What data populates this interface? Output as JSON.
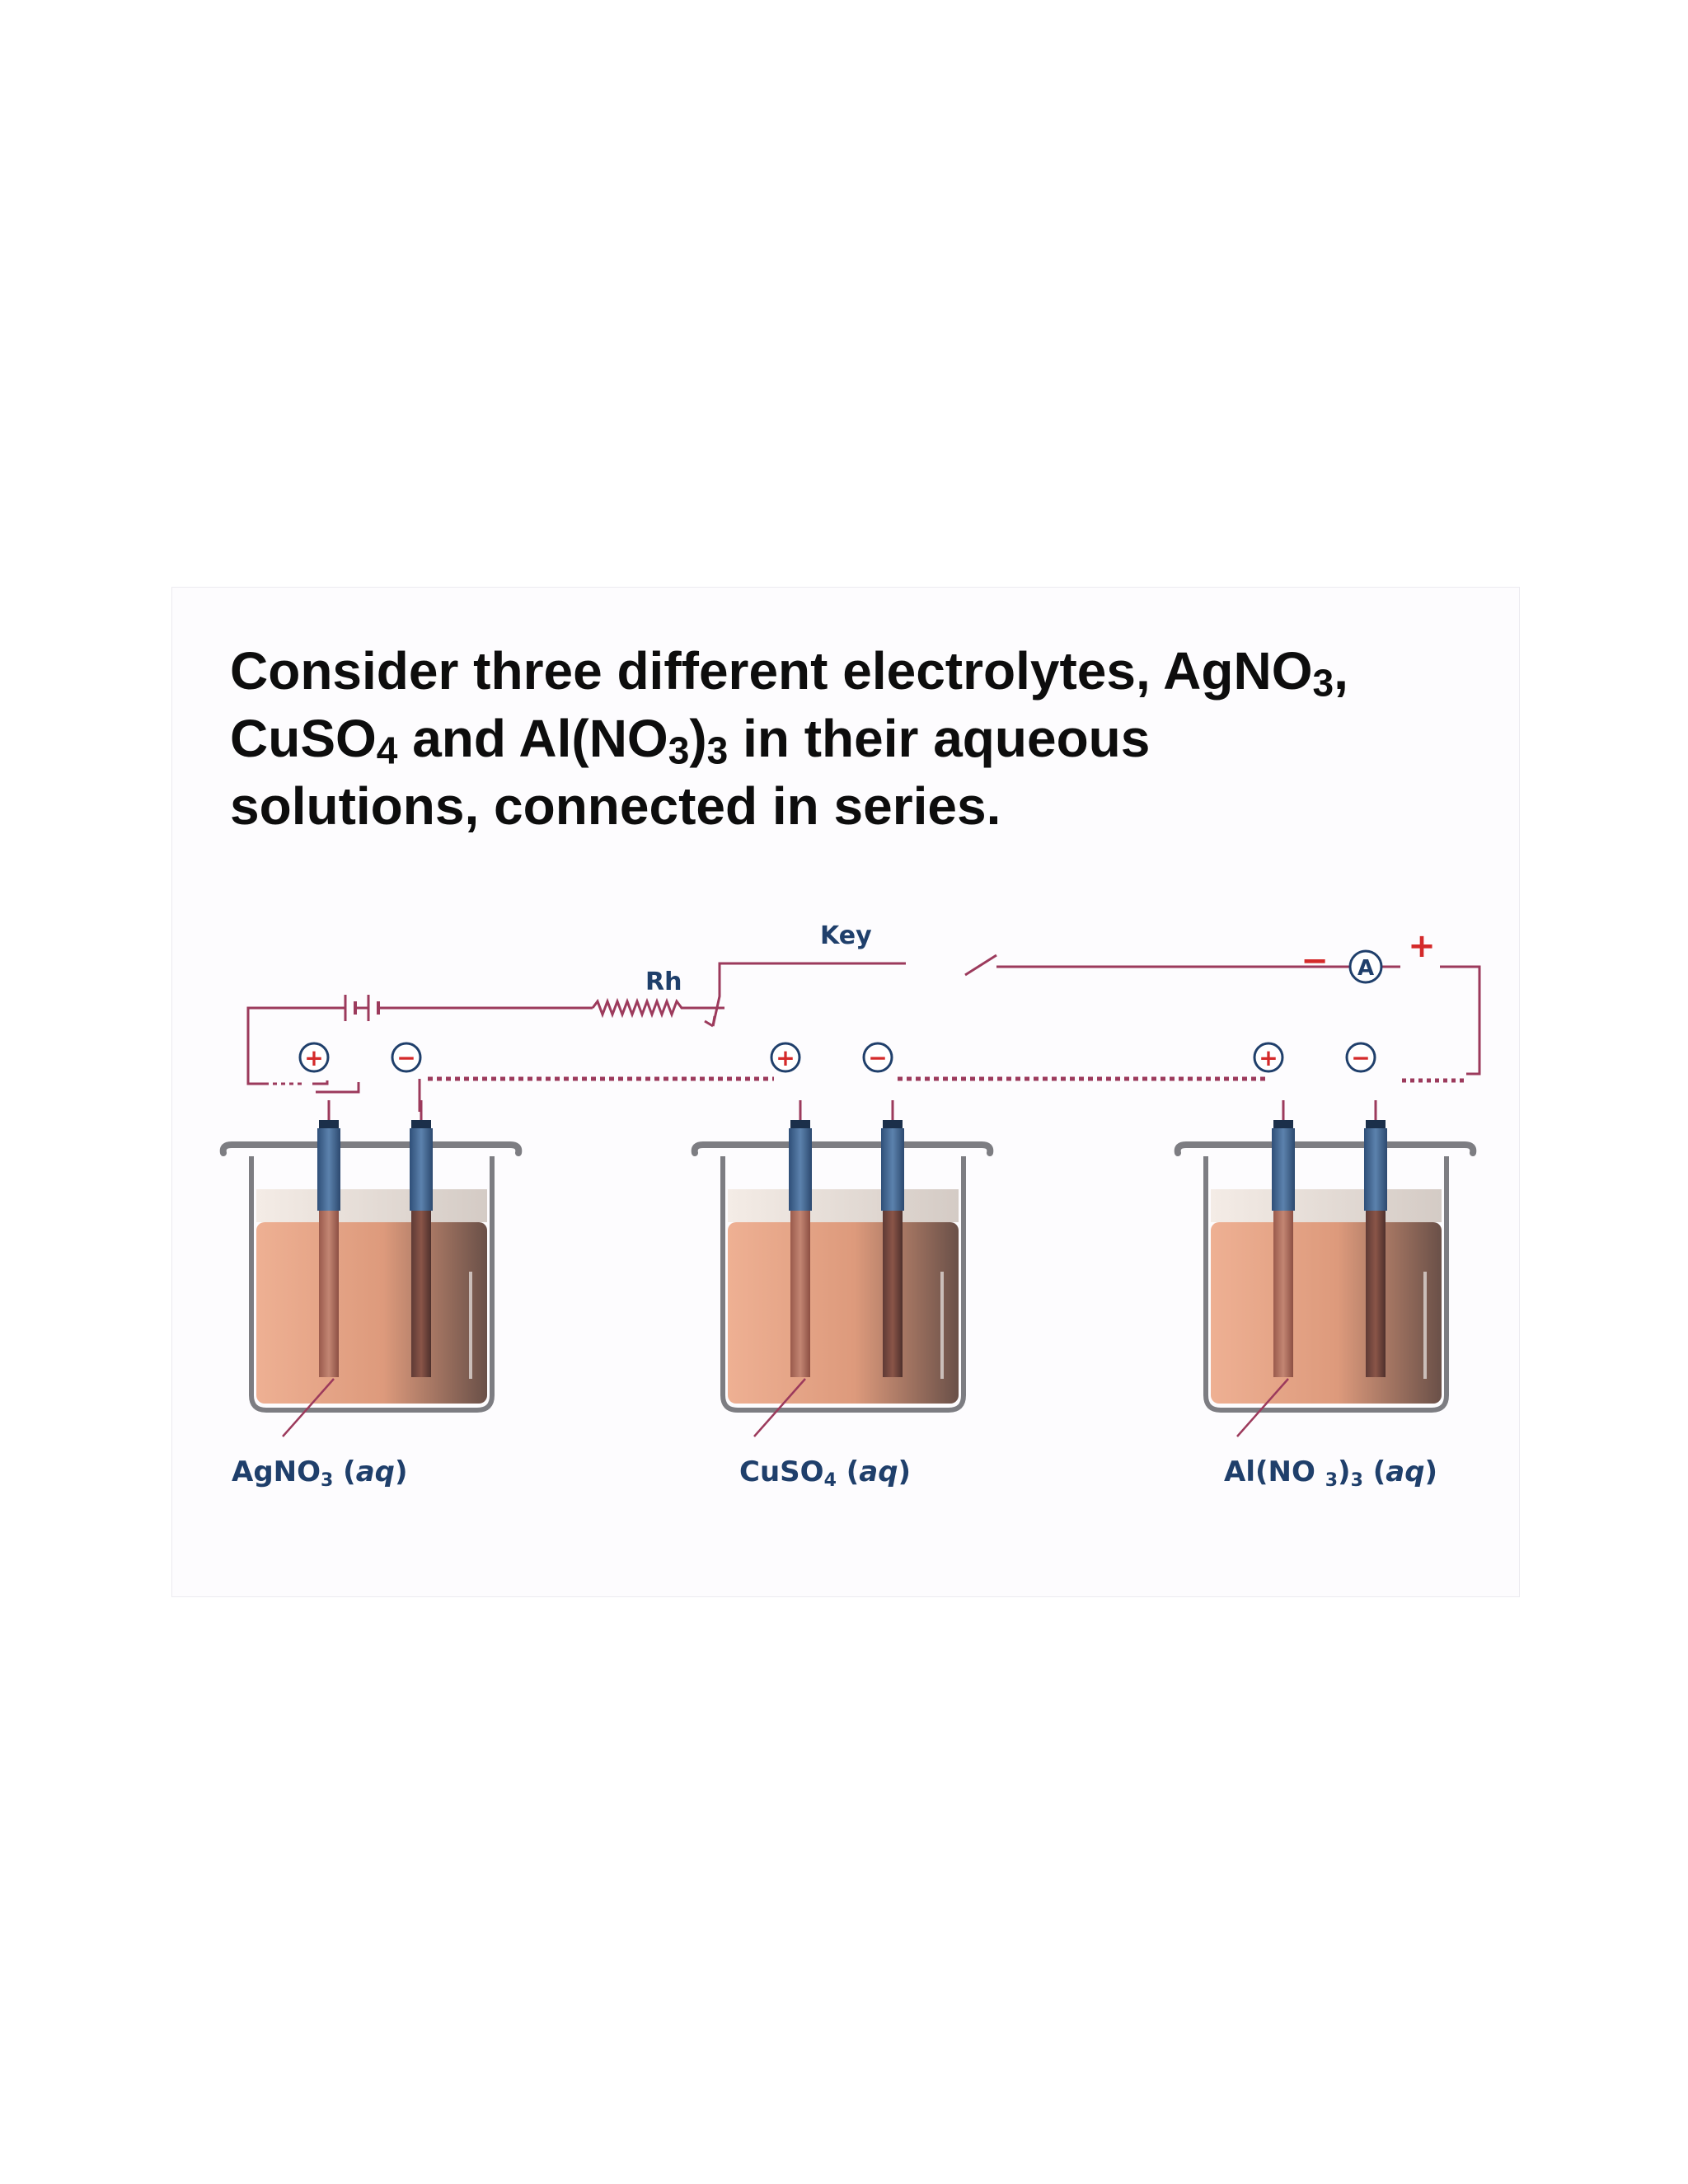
{
  "title": {
    "line1_text": "Consider three different electrolytes, AgNO",
    "line1_sub": "3",
    "line1_end": ",",
    "line2_a": "CuSO",
    "line2_sub1": "4",
    "line2_b": " and Al(NO",
    "line2_sub2": "3",
    "line2_c": ")",
    "line2_sub3": "3",
    "line2_d": " in their  aqueous",
    "line3": "solutions, connected in series."
  },
  "circuit": {
    "rheostat_label": "Rh",
    "key_label": "Key",
    "ammeter_label": "A",
    "ammeter_minus": "−",
    "ammeter_plus": "+",
    "anode_symbol": "+",
    "cathode_symbol": "−"
  },
  "cells": [
    {
      "label_a": "AgNO",
      "label_sub": "3",
      "label_b": " (",
      "label_aq": "aq",
      "label_c": ")"
    },
    {
      "label_a": "CuSO",
      "label_sub": "4",
      "label_b": " (",
      "label_aq": "aq",
      "label_c": ")"
    },
    {
      "label_a": "Al(NO ",
      "label_sub": "3",
      "label_b": ")",
      "label_sub2": "3",
      "label_b2": " (",
      "label_aq": "aq",
      "label_c": ")"
    }
  ],
  "colors": {
    "wire": "#9c3a5c",
    "solution": "#e8a588",
    "electrode_top": "#4a6d96",
    "label_text": "#1f3f6b",
    "sign_red": "#d42a2a"
  }
}
